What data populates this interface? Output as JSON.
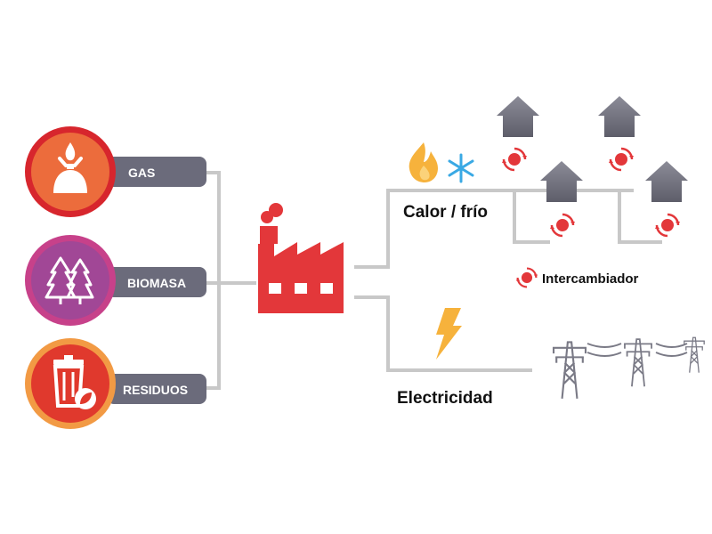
{
  "sources": [
    {
      "label": "GAS",
      "icon": "gas-burner-icon",
      "ring_color": "#d7262d",
      "fill_color": "#ec6c3c"
    },
    {
      "label": "BIOMASA",
      "icon": "trees-icon",
      "ring_color": "#c7418a",
      "fill_color": "#a14796"
    },
    {
      "label": "RESIDUOS",
      "icon": "trash-leaf-icon",
      "ring_color": "#f29a44",
      "fill_color": "#e0392d"
    }
  ],
  "outputs": {
    "heat_label": "Calor / frío",
    "electricity_label": "Electricidad",
    "exchanger_legend": "Intercambiador"
  },
  "colors": {
    "pipe": "#c8c8c8",
    "factory": "#e3373a",
    "pill": "#6b6b7b",
    "house": "#7a7a86",
    "flame": "#f6b23c",
    "snow": "#3aa9e4",
    "bolt": "#f6b23c",
    "exchanger": "#e3373a"
  }
}
